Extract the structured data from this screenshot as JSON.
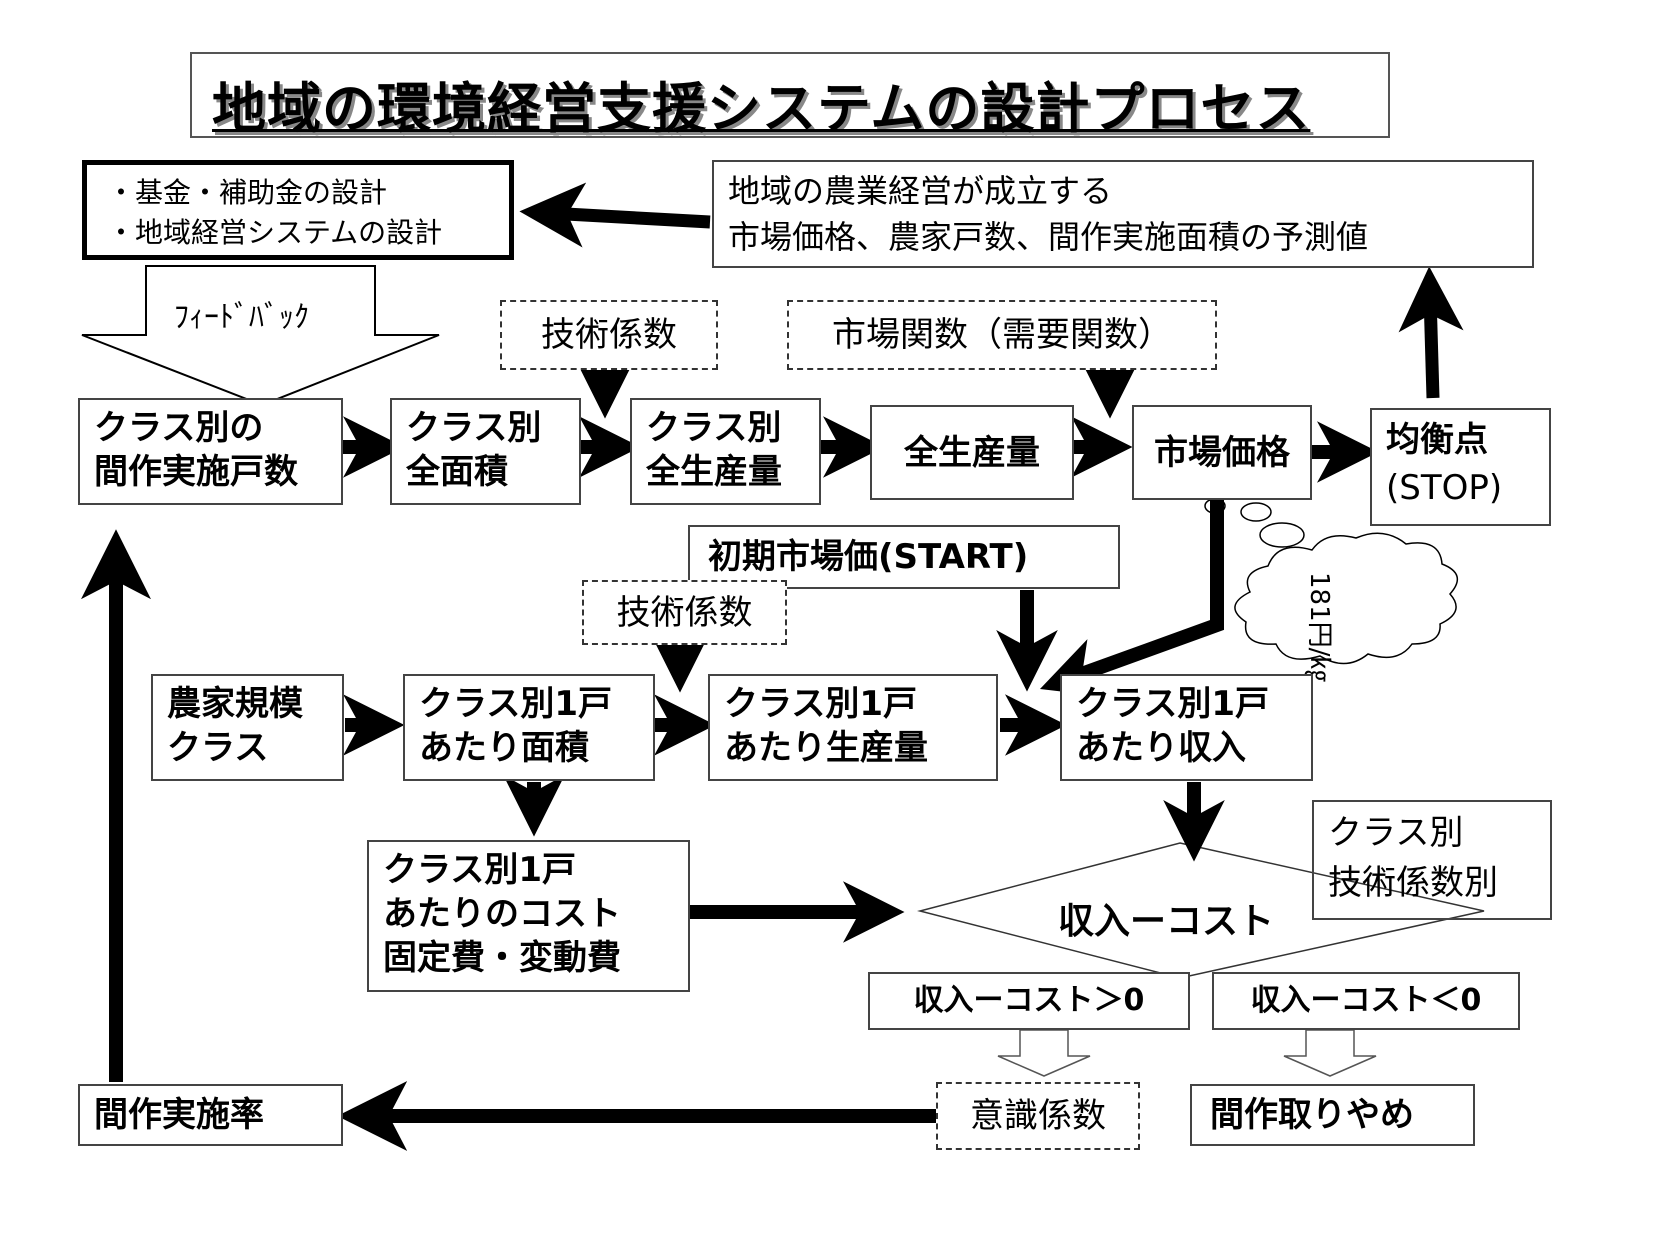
{
  "title": "地域の環境経営支援システムの設計プロセス",
  "design_box": {
    "line1": "・基金・補助金の設計",
    "line2": "・地域経営システムの設計"
  },
  "prediction_box": {
    "line1": "地域の農業経営が成立する",
    "line2": "市場価格、農家戸数、間作実施面積の予測値"
  },
  "feedback_label": "ﾌｨｰﾄﾞﾊﾞｯｸ",
  "tech_coef_top": "技術係数",
  "market_function": "市場関数（需要関数）",
  "class_households": {
    "line1": "クラス別の",
    "line2": "間作実施戸数"
  },
  "class_area": {
    "line1": "クラス別",
    "line2": "全面積"
  },
  "class_production": {
    "line1": "クラス別",
    "line2": "全生産量"
  },
  "total_production": "全生産量",
  "market_price": "市場価格",
  "equilibrium": {
    "line1": "均衡点",
    "line2": "(STOP)"
  },
  "initial_price": "初期市場価(START)",
  "tech_coef_mid": "技術係数",
  "cloud_text": "181円/㎏",
  "farm_size": {
    "line1": "農家規模",
    "line2": "クラス"
  },
  "area_per_farm": {
    "line1": "クラス別1戸",
    "line2": "あたり面積"
  },
  "production_per_farm": {
    "line1": "クラス別1戸",
    "line2": "あたり生産量"
  },
  "income_per_farm": {
    "line1": "クラス別1戸",
    "line2": "あたり収入"
  },
  "class_tech_box": {
    "line1": "クラス別",
    "line2": "技術係数別"
  },
  "cost_box": {
    "line1": "クラス別1戸",
    "line2": "あたりのコスト",
    "line3": "固定費・変動費"
  },
  "decision": "収入ーコスト",
  "positive_result": "収入ーコスト＞0",
  "negative_result": "収入ーコスト＜0",
  "intercrop_rate": "間作実施率",
  "awareness_coef": "意識係数",
  "stop_intercrop": "間作取りやめ"
}
